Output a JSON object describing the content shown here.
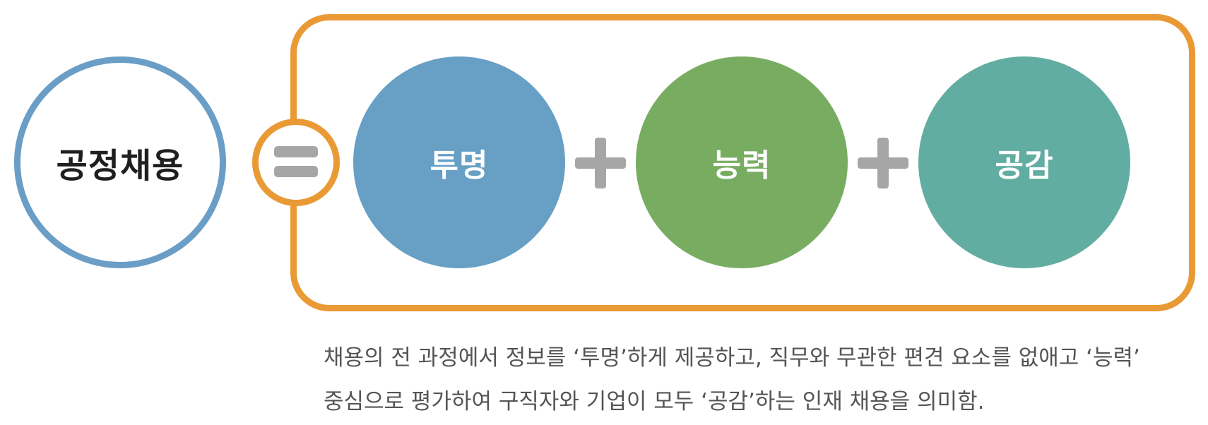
{
  "main": {
    "label": "공정채용",
    "color": "#6a9ec6"
  },
  "operators": {
    "equals": "=",
    "plus": "+"
  },
  "components": [
    {
      "label": "투명",
      "color": "#679fc5"
    },
    {
      "label": "능력",
      "color": "#78ad61"
    },
    {
      "label": "공감",
      "color": "#62ada1"
    }
  ],
  "group": {
    "border_color": "#ea9a35"
  },
  "description": {
    "line1": "채용의 전 과정에서 정보를 ‘투명’하게 제공하고, 직무와 무관한 편견 요소를 없애고 ‘능력’",
    "line2": "중심으로 평가하여 구직자와 기업이 모두 ‘공감’하는 인재 채용을 의미함."
  }
}
